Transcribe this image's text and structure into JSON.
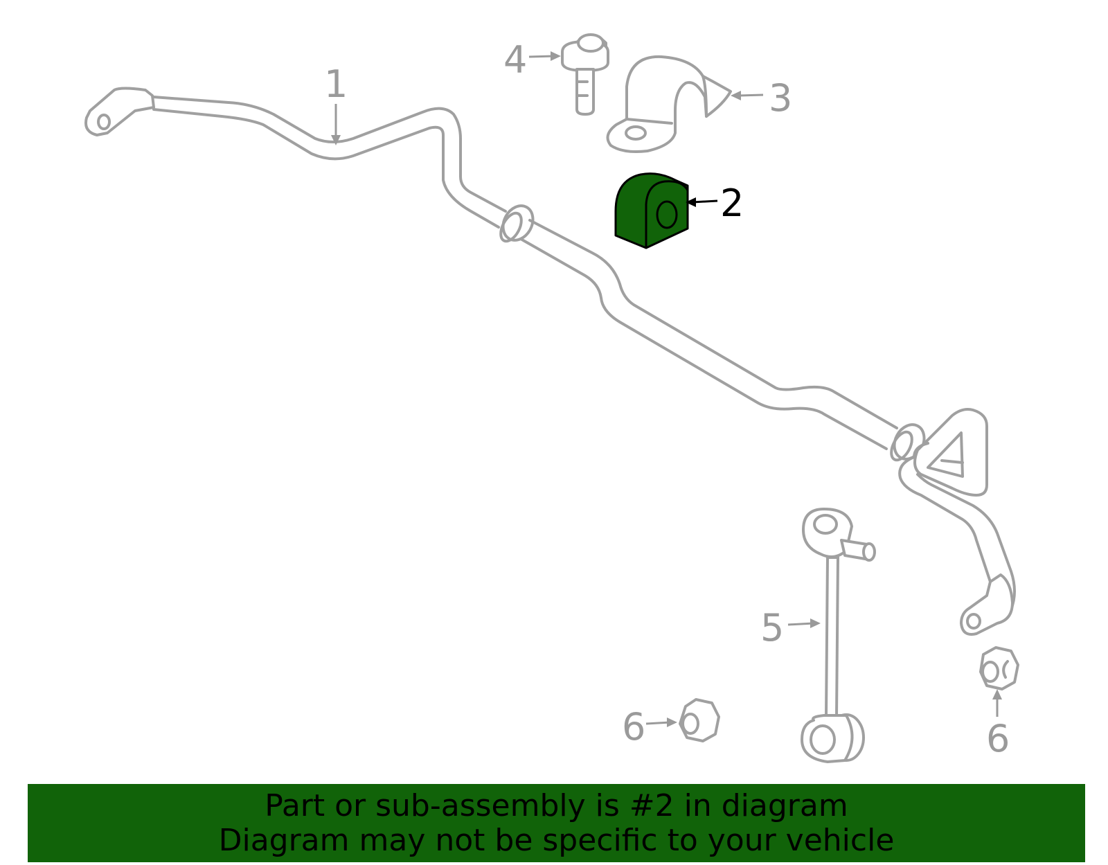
{
  "colors": {
    "highlight": "#116309",
    "part_outline": "#a0a0a0",
    "label_gray": "#9a9a9a",
    "label_highlight": "#000000"
  },
  "callouts": {
    "stabilizer_bar": "1",
    "bushing": "2",
    "bracket": "3",
    "bolt": "4",
    "link": "5",
    "nut_left": "6",
    "nut_right": "6"
  },
  "highlighted_part": "2",
  "footer": {
    "line1": "Part or sub-assembly is #2 in diagram",
    "line2": "Diagram may not be specific to your vehicle"
  }
}
